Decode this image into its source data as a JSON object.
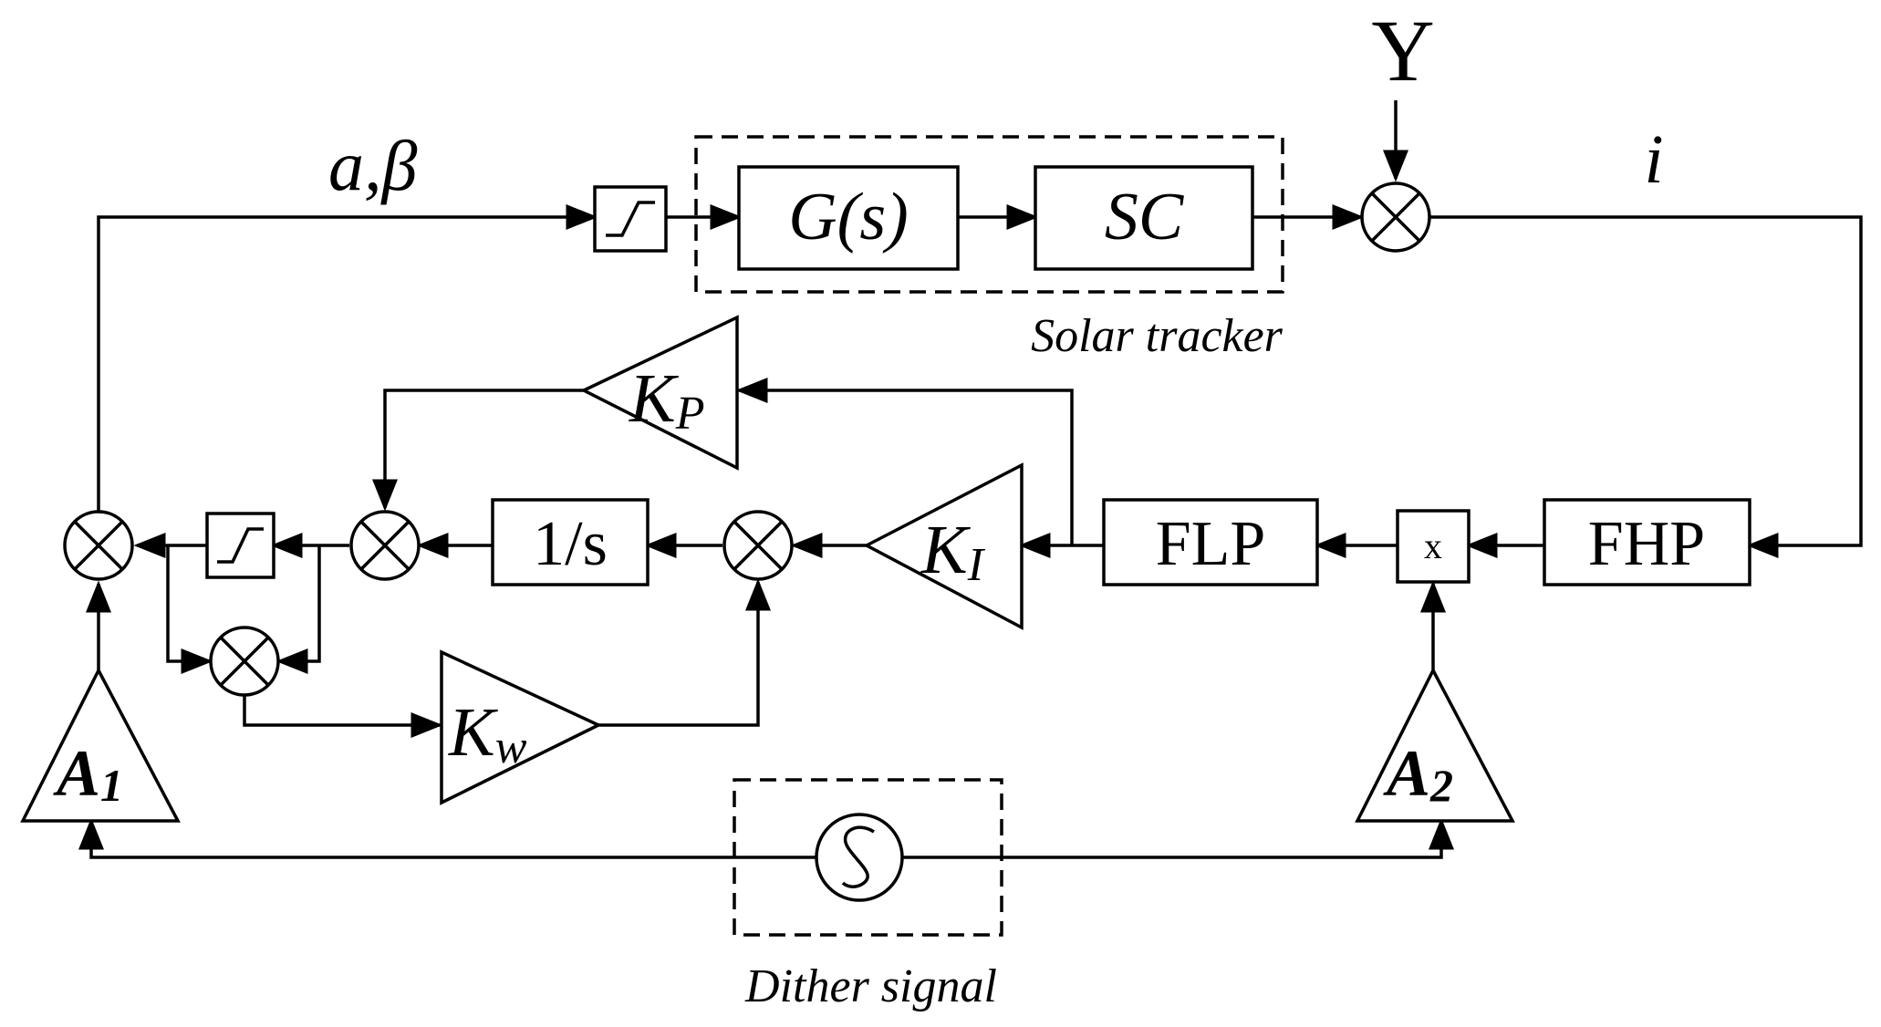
{
  "labels": {
    "top_signal": "a,β",
    "disturbance": "Υ",
    "output": "i",
    "solar_tracker_caption": "Solar tracker",
    "dither_caption": "Dither signal"
  },
  "blocks": {
    "plant": "G(s)",
    "sc": "SC",
    "integrator": "1/s",
    "flp": "FLP",
    "fhp": "FHP",
    "multiplier": "x"
  },
  "gains": {
    "kp_main": "K",
    "kp_sub": "P",
    "ki_main": "K",
    "ki_sub": "I",
    "kw_main": "K",
    "kw_sub": "w",
    "a1_main": "A",
    "a1_sub": "1",
    "a2_main": "A",
    "a2_sub": "2"
  },
  "colors": {
    "stroke": "#000000",
    "background": "#ffffff"
  }
}
